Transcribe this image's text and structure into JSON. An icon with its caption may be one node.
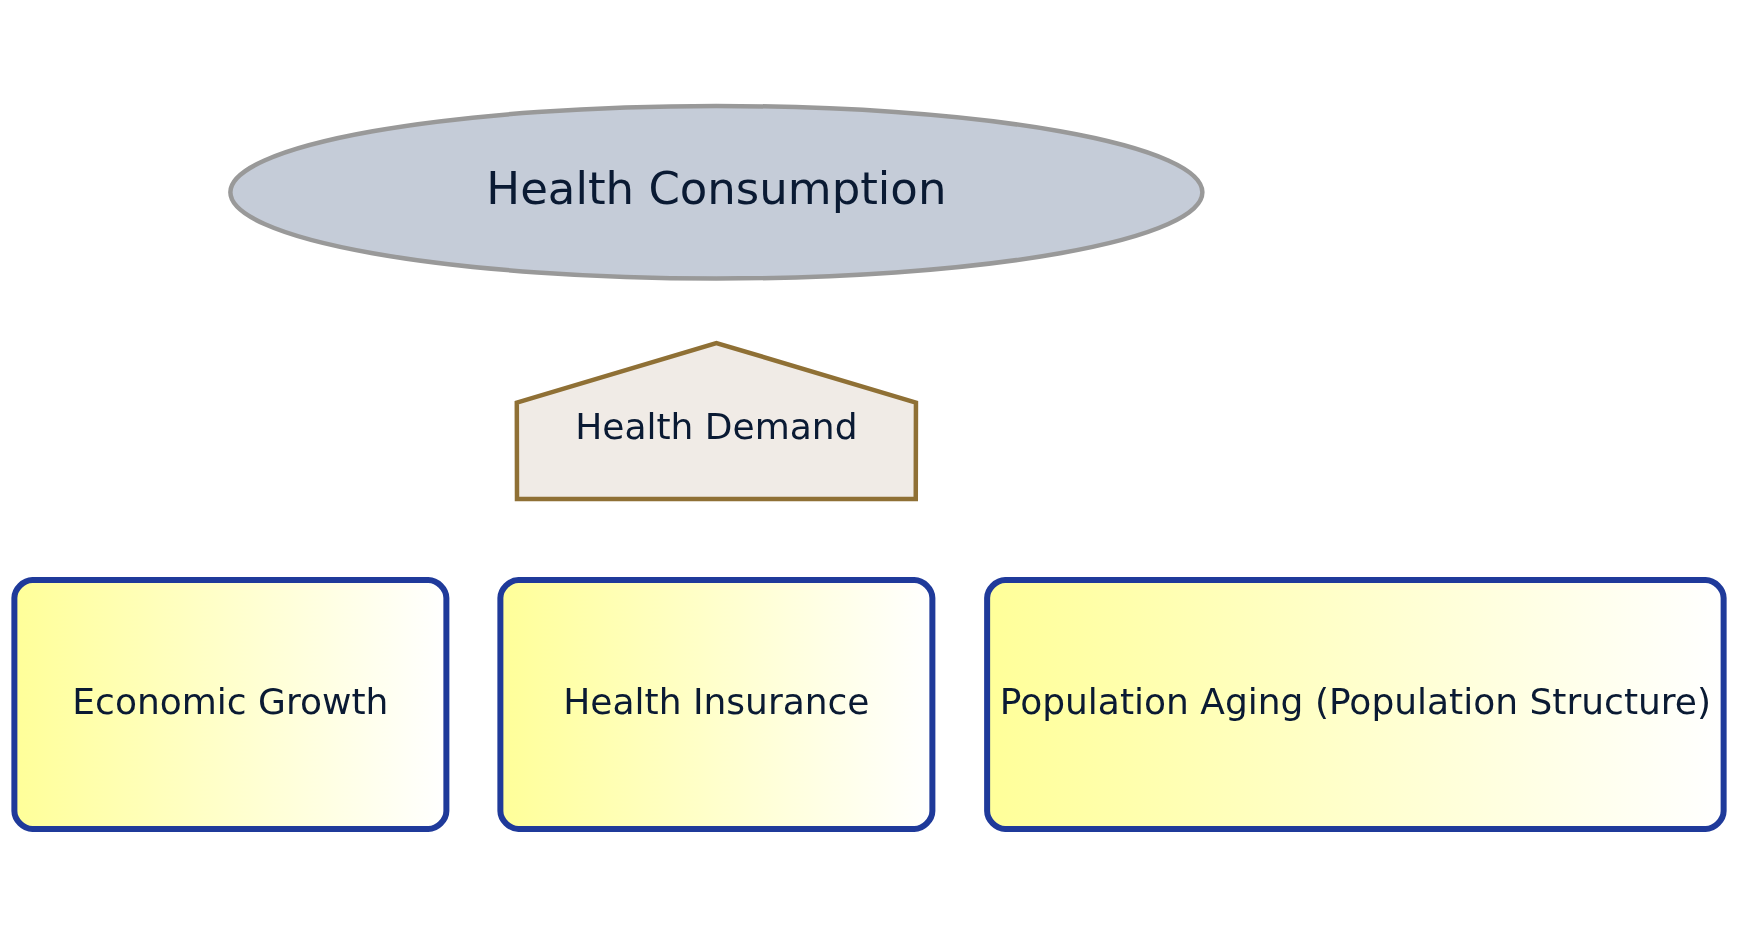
{
  "diagram": {
    "nodes": [
      {
        "text": [
          "Health Consumption"
        ]
      },
      {
        "text": [
          "Health Demand"
        ]
      },
      {
        "text": [
          "Economic Growth"
        ]
      },
      {
        "text": [
          "Health Insurance"
        ]
      },
      {
        "text": [
          "Population Aging (Population Structure)"
        ]
      }
    ]
  }
}
